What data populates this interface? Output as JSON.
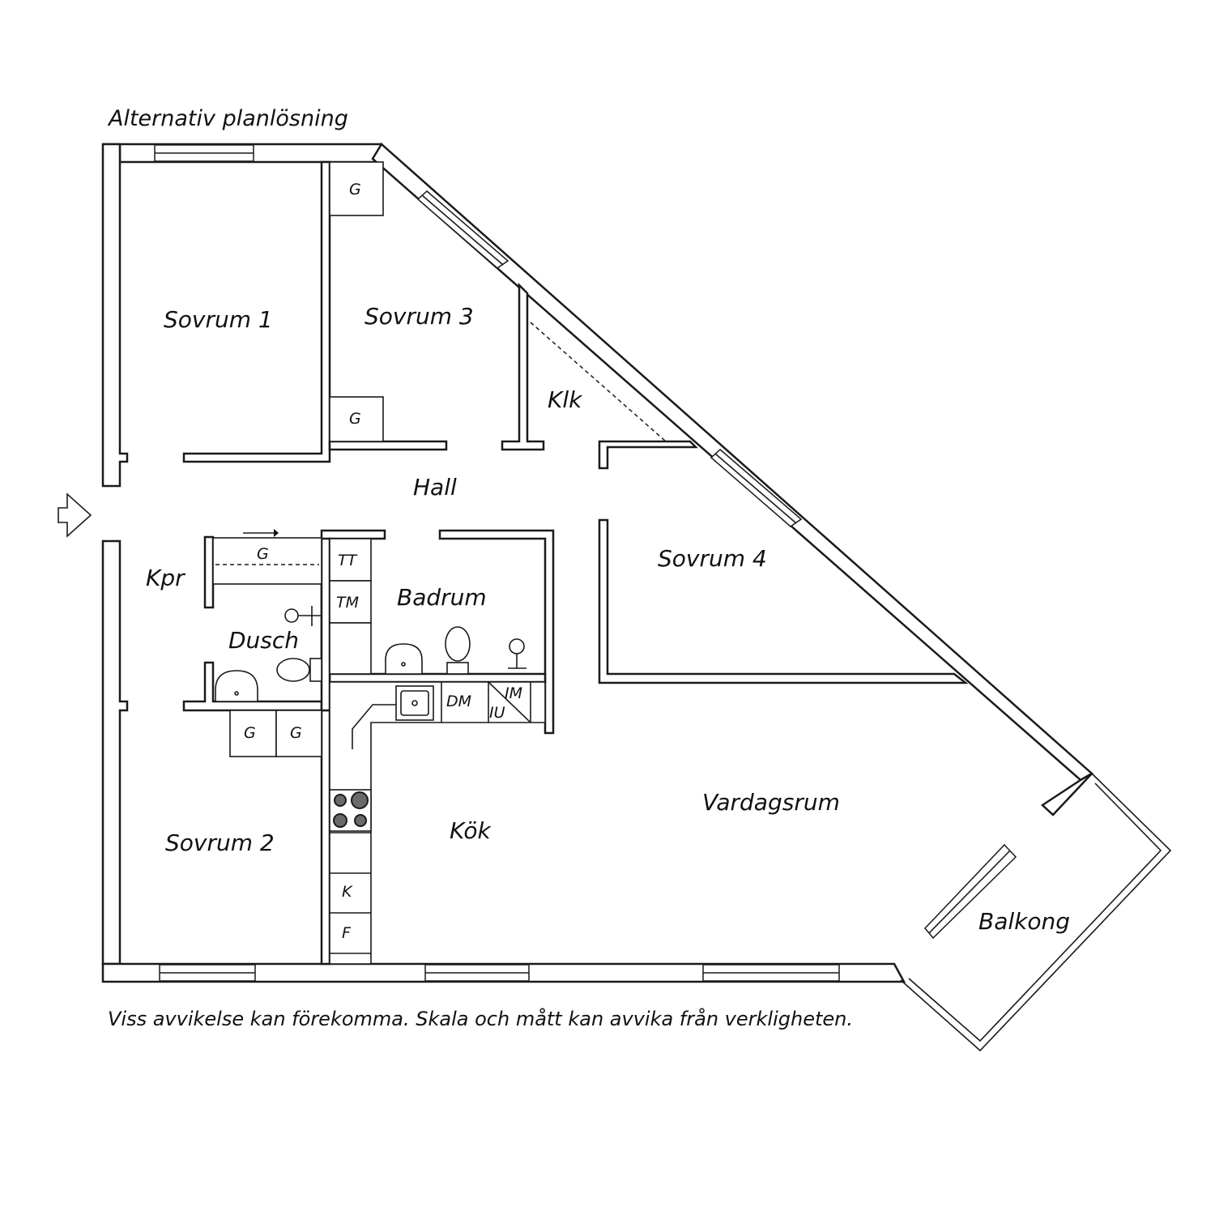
{
  "title": "Alternativ planlösning",
  "rooms": {
    "sovrum1": "Sovrum 1",
    "sovrum2": "Sovrum 2",
    "sovrum3": "Sovrum 3",
    "sovrum4": "Sovrum 4",
    "klk": "Klk",
    "hall": "Hall",
    "kpr": "Kpr",
    "dusch": "Dusch",
    "badrum": "Badrum",
    "kok": "Kök",
    "vardagsrum": "Vardagsrum",
    "balkong": "Balkong"
  },
  "fixtures": {
    "wardrobe": "G",
    "tumble_dryer": "TT",
    "washing_machine": "TM",
    "dishwasher": "DM",
    "ice_machine": "IM",
    "ice_unit": "IU",
    "refrigerator": "K",
    "freezer": "F"
  },
  "disclaimer": "Viss avvikelse kan förekomma. Skala och mått kan avvika från verkligheten."
}
